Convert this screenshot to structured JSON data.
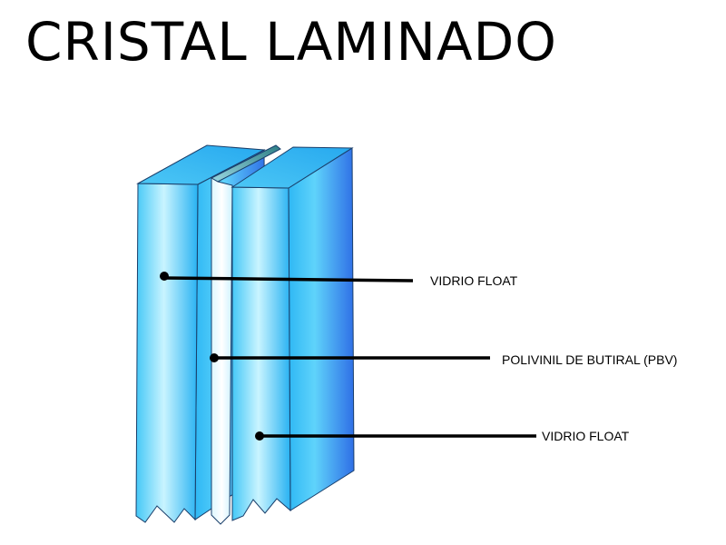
{
  "title": "CRISTAL LAMINADO",
  "layers": [
    {
      "label": "VIDRIO FLOAT"
    },
    {
      "label": "POLIVINIL DE BUTIRAL (PBV)"
    },
    {
      "label": "VIDRIO FLOAT"
    }
  ],
  "colors": {
    "glass_light": "#7ee0ff",
    "glass_mid": "#29b6f6",
    "glass_dark": "#1f7fe0",
    "interlayer": "#f2fcff",
    "leader": "#000000"
  }
}
